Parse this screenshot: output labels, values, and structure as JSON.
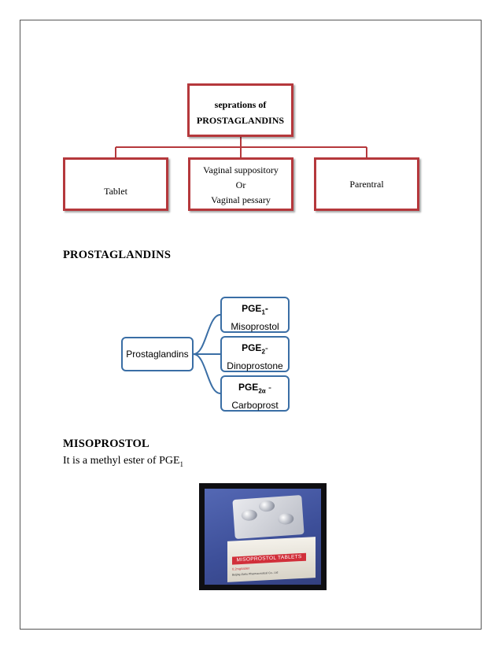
{
  "org_chart": {
    "root_line1": "seprations of",
    "root_line2": "PROSTAGLANDINS",
    "child_1": "Tablet",
    "child_2_line1": "Vaginal  suppository",
    "child_2_line2": "Or",
    "child_2_line3": "Vaginal  pessary",
    "child_3": "Parentral",
    "border_color": "#b5383c"
  },
  "heading_prostaglandins": "PROSTAGLANDINS",
  "pg_diagram": {
    "root": "Prostaglandins",
    "items": [
      {
        "code": "PGE",
        "sub": "1",
        "suffix": "-",
        "name": "Misoprostol"
      },
      {
        "code": "PGE",
        "sub": "2",
        "suffix": "-",
        "name": "Dinoprostone"
      },
      {
        "code": "PGE",
        "sub": "2α",
        "suffix": " -",
        "name": "Carboprost"
      }
    ],
    "border_color": "#3a6ea5"
  },
  "heading_misoprostol": "MISOPROSTOL",
  "misoprostol_text": "It is a methyl ester of PGE",
  "misoprostol_sub": "1",
  "photo": {
    "box_label": "MISOPROSTOL TABLETS",
    "dose": "0.2mg/tablet",
    "maker": "Beijing Zizhu Pharmaceutical Co., Ltd"
  }
}
